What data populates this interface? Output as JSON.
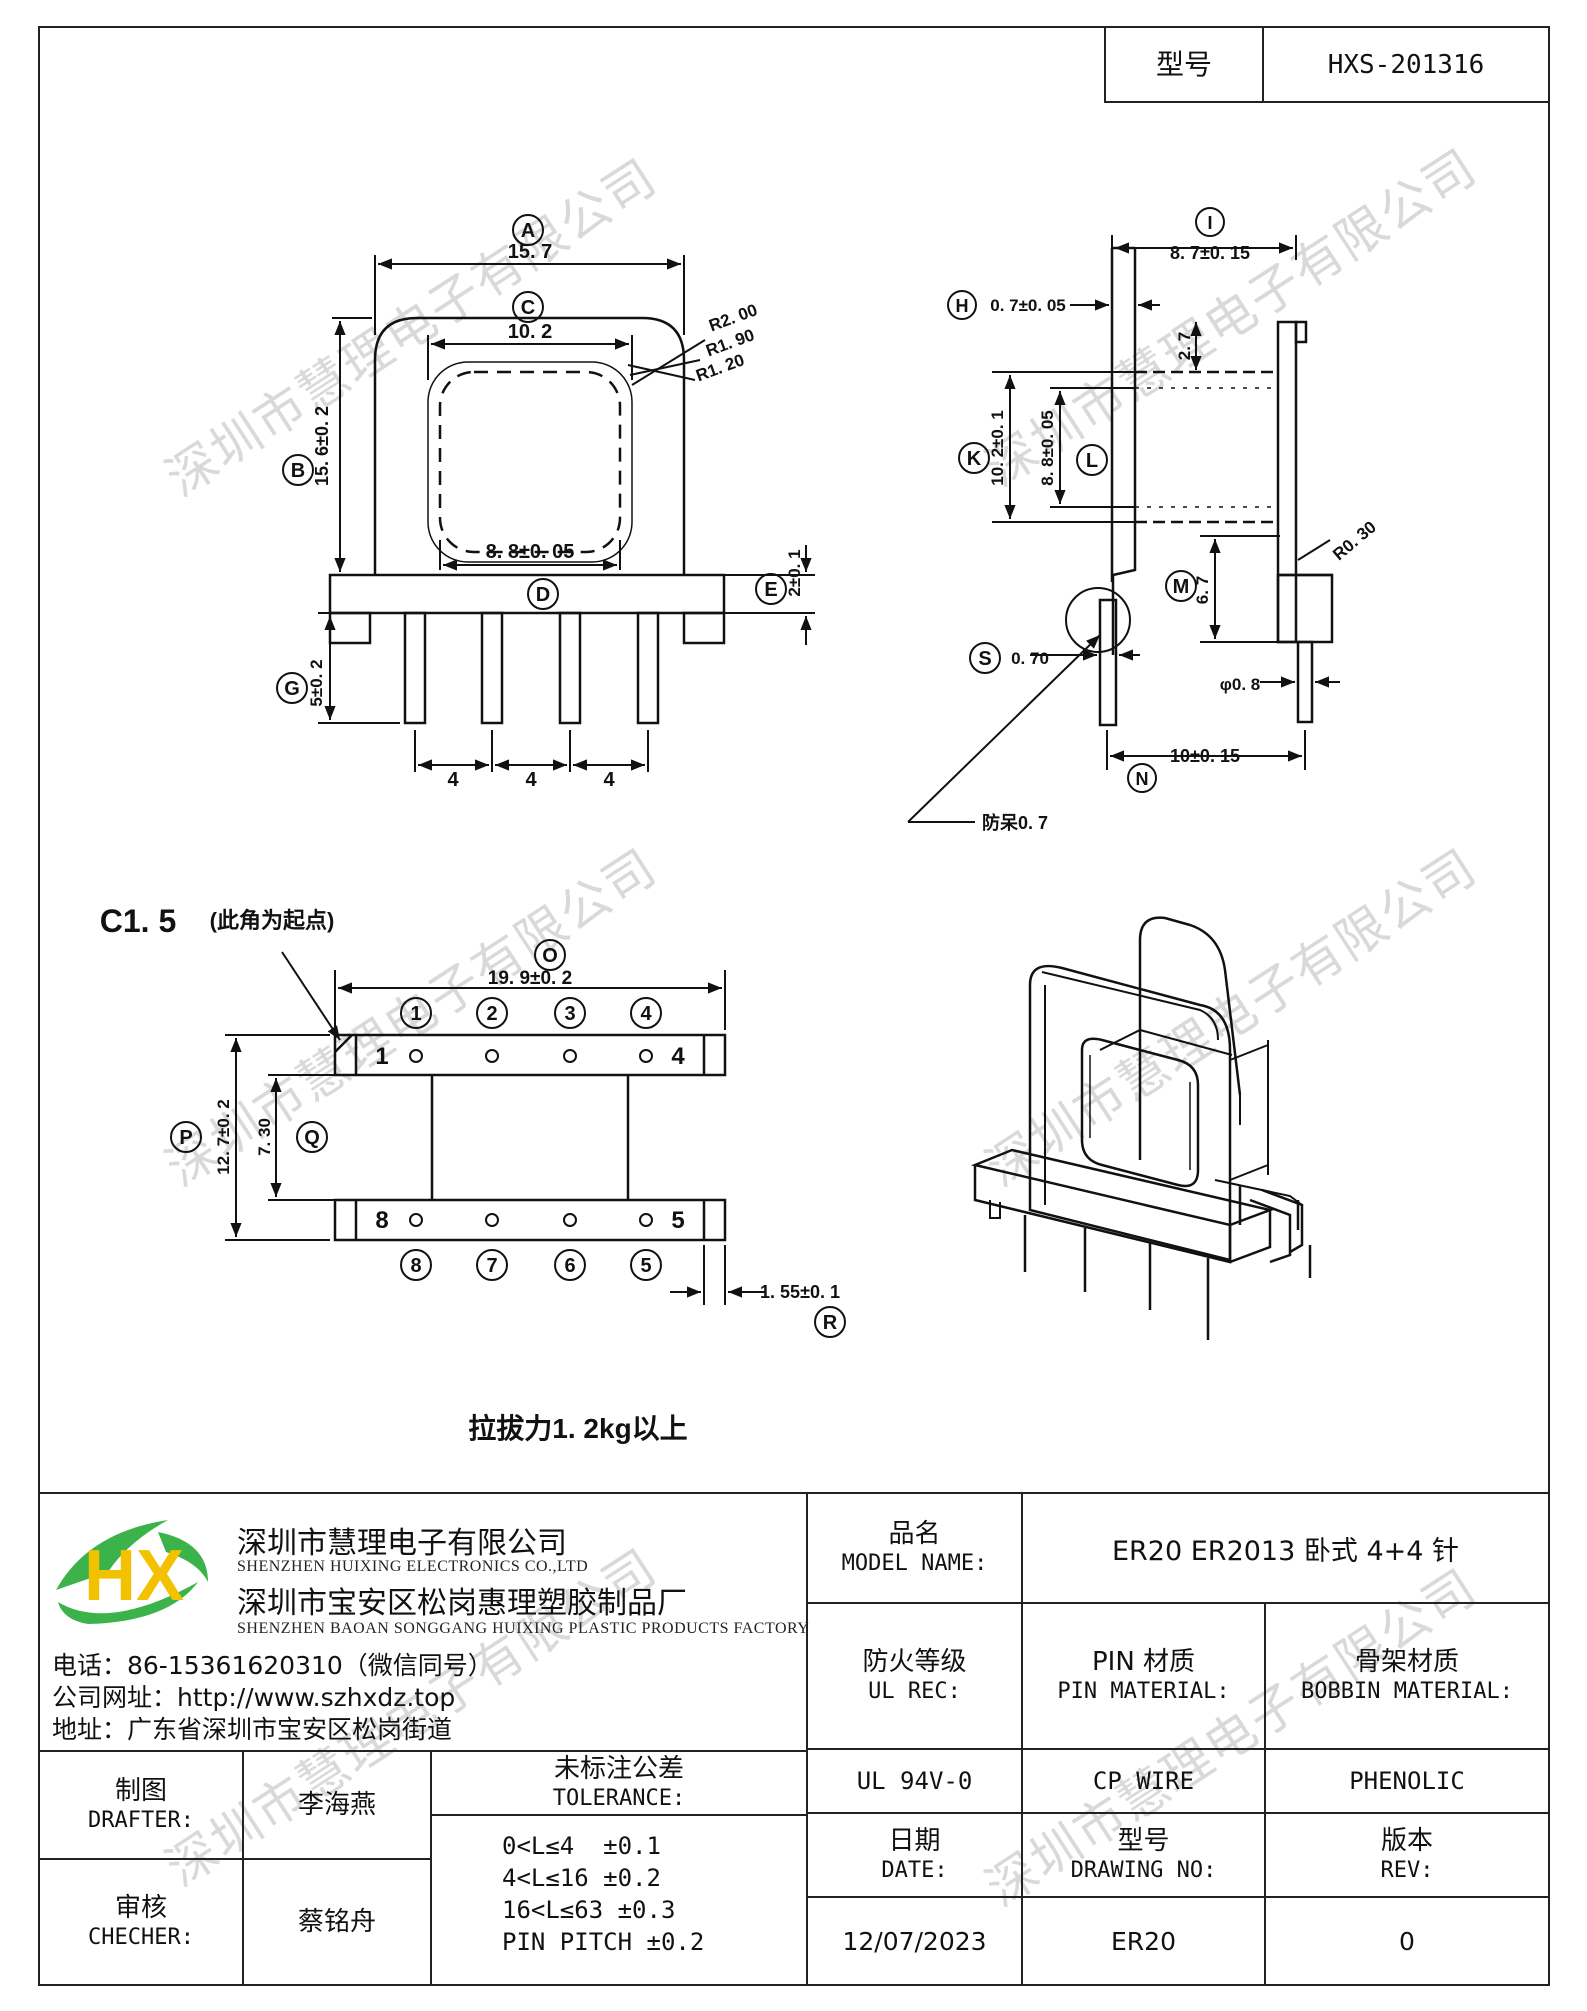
{
  "header": {
    "model_label": "型号",
    "model_value": "HXS-201316"
  },
  "watermark": "深圳市慧理电子有限公司",
  "drawing": {
    "front_view": {
      "A": "A",
      "A_dim": "15. 7",
      "B": "B",
      "B_dim": "15. 6±0. 2",
      "C": "C",
      "C_dim": "10. 2",
      "radius_1": "R2. 00",
      "radius_2": "R1. 90",
      "radius_3": "R1. 20",
      "inner_dim": "8. 8±0. 05",
      "D": "D",
      "E": "E",
      "E_dim": "2±0. 1",
      "G": "G",
      "G_dim": "5±0. 2",
      "pitch": [
        "4",
        "4",
        "4"
      ]
    },
    "side_view": {
      "I": "I",
      "I_dim": "8. 7±0. 15",
      "H": "H",
      "H_dim": "0. 7±0. 05",
      "dim_27": "2. 7",
      "K": "K",
      "K_dim": "10. 2±0. 1",
      "L": "L",
      "L_dim": "8. 8±0. 05",
      "R_dim": "R0. 30",
      "M": "M",
      "M_dim": "6. 7",
      "S": "S",
      "S_dim": "0. 70",
      "pin_dia": "φ0. 8",
      "N": "N",
      "N_dim": "10±0. 15",
      "note": "防呆0. 7"
    },
    "bottom_view": {
      "chamfer": "C1. 5",
      "chamfer_note": "(此角为起点)",
      "O": "O",
      "O_dim": "19. 9±0. 2",
      "top_pins": [
        "1",
        "2",
        "3",
        "4"
      ],
      "bottom_pins": [
        "8",
        "7",
        "6",
        "5"
      ],
      "P": "P",
      "P_dim": "12. 7±0. 2",
      "Q": "Q",
      "Q_dim": "7. 30",
      "R": "R",
      "R_dim": "1. 55±0. 1"
    },
    "pull_force": "拉拔力1. 2kg以上"
  },
  "company": {
    "name_zh": "深圳市慧理电子有限公司",
    "name_en": "SHENZHEN HUIXING ELECTRONICS CO.,LTD",
    "factory_zh": "深圳市宝安区松岗惠理塑胶制品厂",
    "factory_en": "SHENZHEN BAOAN SONGGANG HUIXING PLASTIC PRODUCTS FACTORY",
    "phone": "电话：86-15361620310（微信同号）",
    "website": "公司网址：http://www.szhxdz.top",
    "address": "地址：广东省深圳市宝安区松岗街道",
    "logo_text": "HX",
    "colors": {
      "green": "#3cb34a",
      "yellow": "#f2c200",
      "blue": "#1e6fb5"
    }
  },
  "title_block": {
    "model_name_zh": "品名",
    "model_name_en": "MODEL NAME:",
    "model_name_value": "ER20 ER2013 卧式 4+4 针",
    "ul_zh": "防火等级",
    "ul_en": "UL REC:",
    "pin_zh": "PIN 材质",
    "pin_en": "PIN MATERIAL:",
    "bobbin_zh": "骨架材质",
    "bobbin_en": "BOBBIN MATERIAL:",
    "ul_value": "UL 94V-0",
    "pin_value": "CP WIRE",
    "bobbin_value": "PHENOLIC",
    "date_zh": "日期",
    "date_en": "DATE:",
    "drawing_zh": "型号",
    "drawing_en": "DRAWING NO:",
    "rev_zh": "版本",
    "rev_en": "REV:",
    "date_value": "12/07/2023",
    "drawing_value": "ER20",
    "rev_value": "0",
    "drafter_zh": "制图",
    "drafter_en": "DRAFTER:",
    "drafter_value": "李海燕",
    "checker_zh": "审核",
    "checker_en": "CHECHER:",
    "checker_value": "蔡铭舟",
    "tolerance_zh": "未标注公差",
    "tolerance_en": "TOLERANCE:",
    "tolerance_lines": [
      "0<L≤4  ±0.1",
      "4<L≤16 ±0.2",
      "16<L≤63 ±0.3",
      "PIN PITCH ±0.2"
    ]
  }
}
